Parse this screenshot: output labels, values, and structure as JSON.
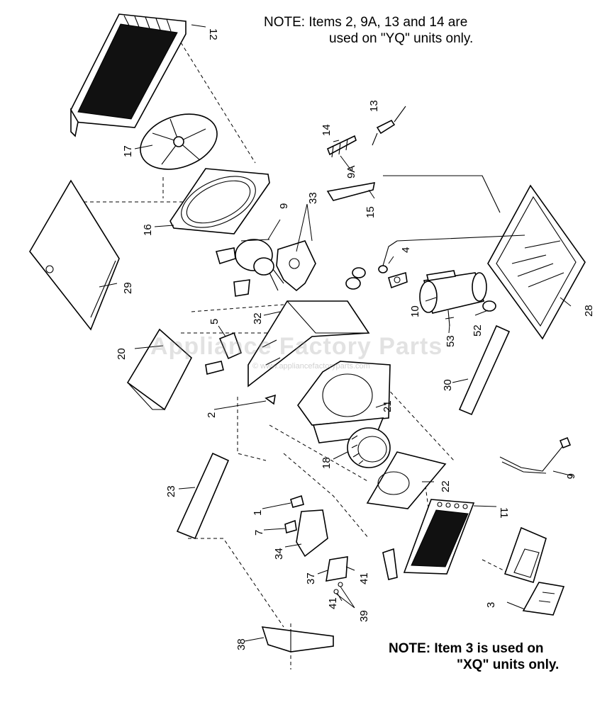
{
  "notes": {
    "top_line1": "NOTE:  Items 2, 9A, 13 and 14 are",
    "top_line2": "used on \"YQ\" units only.",
    "bottom_line1": "NOTE:  Item 3 is used on",
    "bottom_line2": "\"XQ\" units only."
  },
  "watermark": {
    "main": "Appliance Factory Parts",
    "sub": "© www.appliancefactoryparts.com"
  },
  "callouts": {
    "c12": "12",
    "c17": "17",
    "c16": "16",
    "c29": "29",
    "c9": "9",
    "c33": "33",
    "c14": "14",
    "c9a": "9A",
    "c13": "13",
    "c15": "15",
    "c4": "4",
    "c10": "10",
    "c53": "53",
    "c52": "52",
    "c28": "28",
    "c32": "32",
    "c5": "5",
    "c20": "20",
    "c2": "2",
    "c21": "21",
    "c30": "30",
    "c18": "18",
    "c22": "22",
    "c6": "6",
    "c23": "23",
    "c1": "1",
    "c7": "7",
    "c34": "34",
    "c37": "37",
    "c41a": "41",
    "c41b": "41",
    "c39": "39",
    "c11": "11",
    "c3": "3",
    "c38": "38"
  }
}
